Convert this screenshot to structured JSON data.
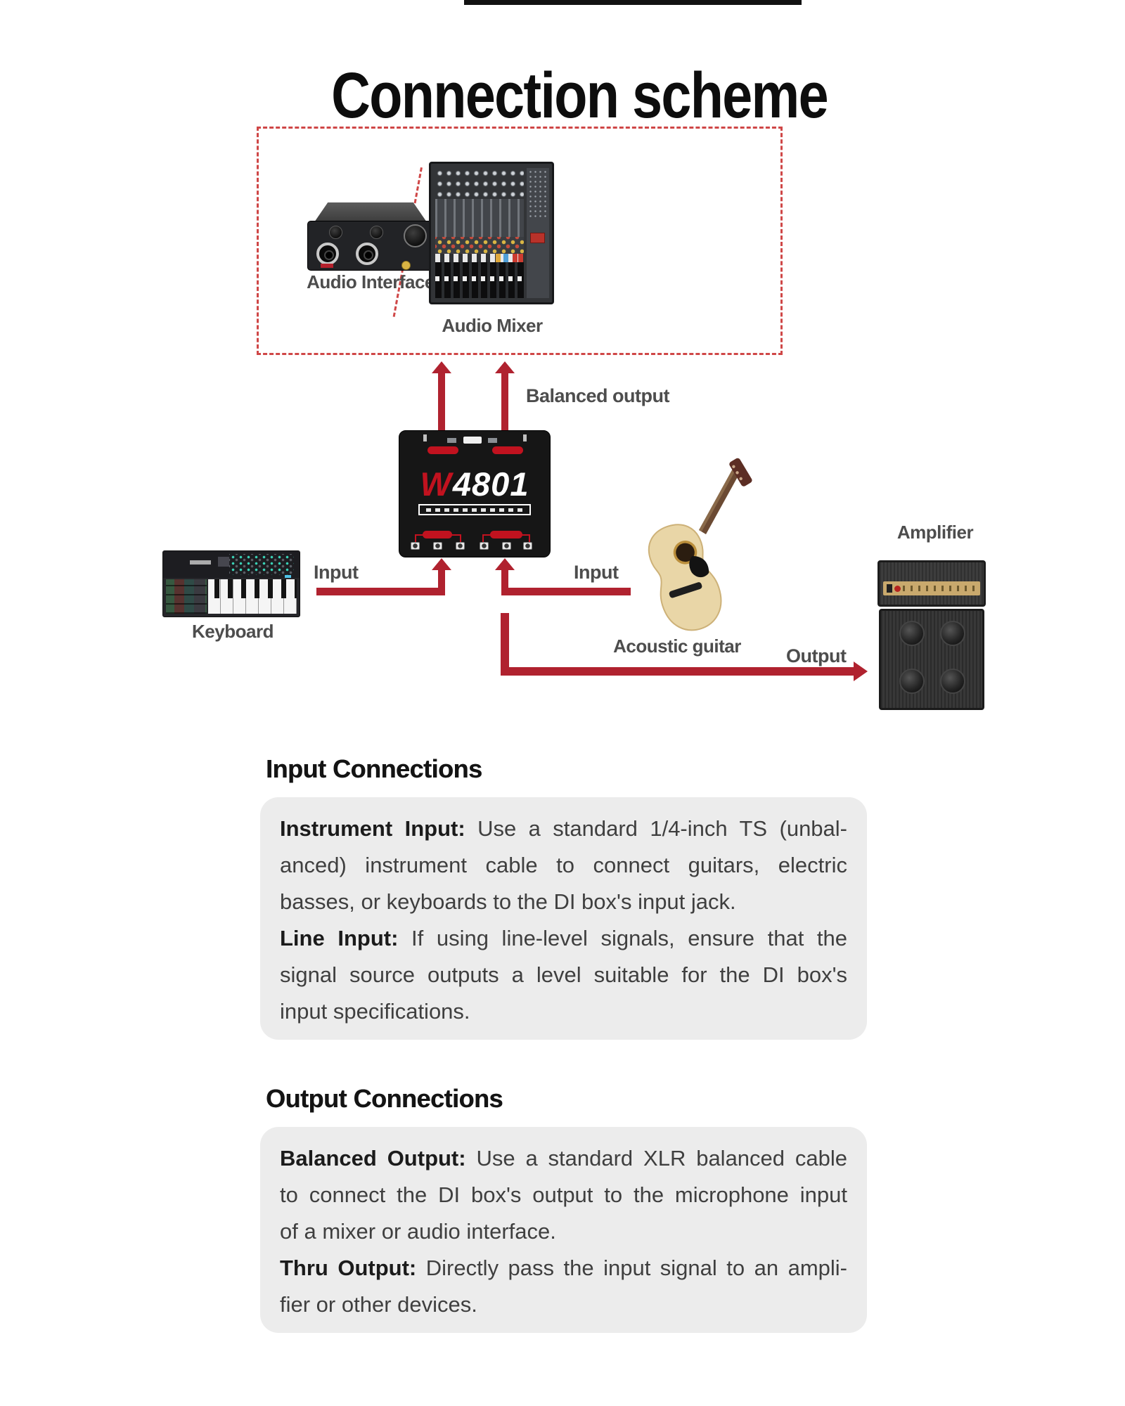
{
  "title": "Connection scheme",
  "diagram": {
    "audio_interface_label": "Audio Interface",
    "audio_mixer_label": "Audio Mixer",
    "di_box_model": "4801",
    "di_box_logo": "W",
    "keyboard_label": "Keyboard",
    "guitar_label": "Acoustic guitar",
    "amplifier_label": "Amplifier",
    "balanced_output_label": "Balanced output",
    "input_label_left": "Input",
    "input_label_right": "Input",
    "output_label": "Output"
  },
  "colors": {
    "arrow_red": "#b0222f",
    "pill_red": "#c1121f",
    "dashed_red": "#cf4747",
    "label_gray": "#4d4d4d",
    "box_gray": "#ececec"
  },
  "sections": [
    {
      "heading": "Input Connections",
      "paragraphs": [
        {
          "lines": [
            {
              "bold": "Instrument Input:",
              "text": " Use a standard 1/4-inch TS (unbal-",
              "fill": true
            },
            {
              "bold": "",
              "text": "anced) instrument cable to connect guitars, electric",
              "fill": true
            },
            {
              "bold": "",
              "text": "basses, or keyboards to the DI box's input jack.",
              "fill": false
            }
          ]
        },
        {
          "lines": [
            {
              "bold": "Line Input:",
              "text": " If using line-level signals, ensure that the",
              "fill": true
            },
            {
              "bold": "",
              "text": "signal source outputs a level suitable for the DI box's",
              "fill": true
            },
            {
              "bold": "",
              "text": "input specifications.",
              "fill": false
            }
          ]
        }
      ]
    },
    {
      "heading": "Output Connections",
      "paragraphs": [
        {
          "lines": [
            {
              "bold": "Balanced Output:",
              "text": " Use a standard XLR balanced cable",
              "fill": true
            },
            {
              "bold": "",
              "text": "to connect the DI box's output to the microphone input",
              "fill": true
            },
            {
              "bold": "",
              "text": "of a mixer or audio interface.",
              "fill": false
            }
          ]
        },
        {
          "lines": [
            {
              "bold": "Thru Output:",
              "text": " Directly pass the input signal to an ampli-",
              "fill": true
            },
            {
              "bold": "",
              "text": "fier or other devices.",
              "fill": false
            }
          ]
        }
      ]
    }
  ]
}
